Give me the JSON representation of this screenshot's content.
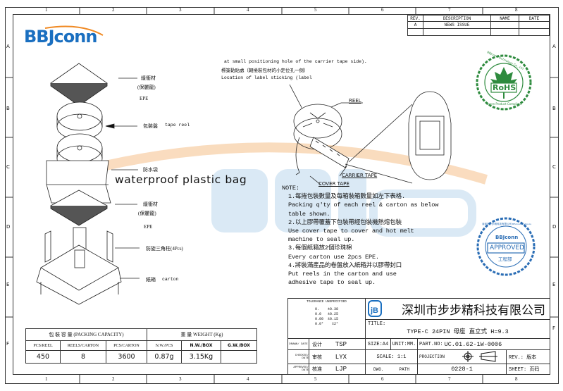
{
  "frame": {
    "columns": [
      "1",
      "2",
      "3",
      "4",
      "5",
      "6",
      "7",
      "8"
    ],
    "rows": [
      "A",
      "B",
      "C",
      "D",
      "E",
      "F"
    ]
  },
  "logo": {
    "text": "BBJconn",
    "brand_color": "#1a6fc0",
    "accent_color": "#f08a24"
  },
  "watermark": {
    "text": "BBJconn",
    "color": "#bcd8ee"
  },
  "revision_table": {
    "headers": [
      "REV.",
      "DESCRIPTION",
      "NAME",
      "DATE"
    ],
    "rows": [
      [
        "A",
        "NEWS ISSUE",
        "",
        ""
      ],
      [
        "",
        "",
        "",
        ""
      ]
    ]
  },
  "exploded_view": {
    "labels": [
      {
        "cn": "緩衝材",
        "sub": "(保麗龍)",
        "en": "EPE"
      },
      {
        "cn": "包裝盤",
        "en": "tape reel"
      },
      {
        "cn": "防水袋",
        "en": "waterproof plastic bag"
      },
      {
        "cn": "緩衝材",
        "sub": "(保麗龍)",
        "en": "EPE"
      },
      {
        "cn": "防旋三角柱(4Pcs)"
      },
      {
        "cn": "紙箱",
        "en": "carton"
      }
    ]
  },
  "reel_view": {
    "label_note_1": "at small positioning hole of the carrier tape side).",
    "label_note_2": "標簽黏貼處（朝捲裝包材的小定位孔一側）",
    "label_note_3": "Location of label sticking (label",
    "reel": "REEL",
    "carrier_tape": "CARRIER TAPE",
    "cover_tape": "COVER TAPE"
  },
  "notes": {
    "heading": "NOTE:",
    "lines": [
      "1.每捲包裝數量及每箱裝箱數量如左下表格.",
      "Packing q'ty of each reel & carton as below",
      "table shown.",
      "2.以上膠帶覆蓋下包裝帶經包裝機熱熔包裝",
      "Use cover tape to cover and hot melt",
      "machine to seal up.",
      "3.每個紙箱放2個珍珠棉",
      "Every carton use 2pcs EPE.",
      "4.將裝滿產品的卷盤放入紙箱并以膠帶封口",
      "Put reels in the carton and use",
      "adhesive tape to seal up."
    ]
  },
  "stamps": {
    "rohs": {
      "text": "RoHS",
      "ring_top": "BBJconn Technology Co., Ltd",
      "ring_bottom": "Green Product Compliant",
      "color": "#2e8b3e"
    },
    "approved": {
      "text": "APPROVED",
      "ring": "深圳市步步精科技有限公司 BBJconn Technology Co., Ltd",
      "dept": "工程部",
      "logo": "BBJconn",
      "color": "#2a6db5"
    }
  },
  "packing_table": {
    "capacity_header": "包 裝 容 量 (PACKING CAPACITY)",
    "weight_header": "重 量 WEIGHT (Kg)",
    "columns": [
      "PCS/REEL",
      "REELS/CARTON",
      "PCS/CARTON",
      "N.W./PCS",
      "N.W./BOX",
      "G.W./BOX"
    ],
    "values": [
      "450",
      "8",
      "3600",
      "0.87g",
      "3.15Kg",
      ""
    ]
  },
  "title_block": {
    "tolerance": {
      "heading": "TOLERANCE UNSPECIFIED",
      "lines": [
        "0.    ±0.38",
        "0.0   ±0.25",
        "0.00  ±0.15",
        "0.0°    ±2°"
      ]
    },
    "company": "深圳市步步精科技有限公司",
    "title_label": "TITLE:",
    "title": "TYPE-C 24PIN 母座 直立式 H=9.3",
    "drawn_label": "DRAWN/ DATE",
    "drawn_cn": "设计",
    "drawn_by": "TSP",
    "checked_label": "CHECKED/ DATE",
    "checked_cn": "审核",
    "checked_by": "LYX",
    "approved_label": "APPROVED/ DATE",
    "approved_cn": "核准",
    "approved_by": "LJP",
    "size": "SIZE:A4",
    "unit": "UNIT:MM.",
    "part_no_label": "PART.NO:",
    "part_no": "UC.01.62-1W-0006",
    "scale": "SCALE: 1:1",
    "projection_label": "PROJECTION",
    "rev_label": "REV.: 版本",
    "dwg_label": "DWG.",
    "path_label": "PATH",
    "dwg_no": "0228-1",
    "sheet_label": "SHEET: 页码"
  }
}
